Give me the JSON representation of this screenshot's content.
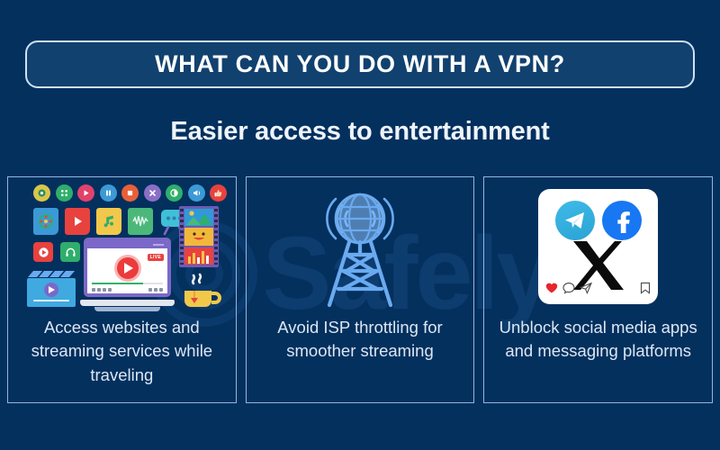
{
  "theme": {
    "background": "#04305e",
    "title_box_fill": "#11416e",
    "border_color": "#8fb8e0",
    "caption_color": "#dbe7f3",
    "watermark_color": "#0d3c6e",
    "tower_color": "#6aaaf0",
    "accent_red": "#eb3b3b",
    "facebook_blue": "#1877f2",
    "telegram_blue": "#2aa3d4"
  },
  "header": {
    "title": "WHAT CAN YOU DO WITH A VPN?",
    "subtitle": "Easier access to entertainment"
  },
  "watermark": {
    "text": "Safely",
    "logo_icon": "concentric-rings-logo"
  },
  "cards": [
    {
      "id": "card-streaming",
      "caption": "Access websites and streaming services while traveling",
      "art_name": "media-entertainment-icon-cluster",
      "badge_label": "LIVE",
      "dot_icons": [
        {
          "name": "record-eye-icon",
          "color": "#d9c64a",
          "glyph": "◉"
        },
        {
          "name": "dice-icon",
          "color": "#2fae6b",
          "glyph": "⚂"
        },
        {
          "name": "play-icon",
          "color": "#e0436c",
          "glyph": "▶"
        },
        {
          "name": "pause-icon",
          "color": "#3b9ad6",
          "glyph": "‖"
        },
        {
          "name": "stop-icon",
          "color": "#e8603a",
          "glyph": "■"
        },
        {
          "name": "close-icon",
          "color": "#8b6fc7",
          "glyph": "✕"
        },
        {
          "name": "contrast-icon",
          "color": "#2fae6b",
          "glyph": "◑"
        },
        {
          "name": "volume-icon",
          "color": "#3b9ad6",
          "glyph": "◂"
        },
        {
          "name": "thumbs-up-icon",
          "color": "#e8423f",
          "glyph": "👍"
        }
      ],
      "tile_icons": [
        {
          "name": "film-reel-icon",
          "color": "#3b9ad6"
        },
        {
          "name": "play-video-icon",
          "color": "#e8423f"
        },
        {
          "name": "music-note-icon",
          "color": "#f2c84b"
        },
        {
          "name": "audio-waveform-icon",
          "color": "#4bb87a"
        },
        {
          "name": "video-chat-icon",
          "color": "#3fc0d8"
        }
      ],
      "square_icons": [
        {
          "name": "play-button-icon",
          "color": "#e8423f"
        },
        {
          "name": "headphones-icon",
          "color": "#2fae6b"
        }
      ],
      "other_icons": [
        {
          "name": "film-strip-icon"
        },
        {
          "name": "tea-cup-icon"
        },
        {
          "name": "clapperboard-video-icon"
        },
        {
          "name": "laptop-video-player-icon"
        }
      ]
    },
    {
      "id": "card-throttling",
      "caption": "Avoid ISP throttling for smoother streaming",
      "art_name": "broadcast-tower-globe-icon"
    },
    {
      "id": "card-social",
      "caption": "Unblock social media apps and messaging platforms",
      "art_name": "social-media-apps-card",
      "app_icons": [
        {
          "name": "telegram-icon"
        },
        {
          "name": "facebook-icon"
        },
        {
          "name": "x-twitter-icon"
        }
      ],
      "action_icons": [
        {
          "name": "heart-icon"
        },
        {
          "name": "comment-icon"
        },
        {
          "name": "share-icon"
        },
        {
          "name": "bookmark-icon"
        }
      ]
    }
  ]
}
